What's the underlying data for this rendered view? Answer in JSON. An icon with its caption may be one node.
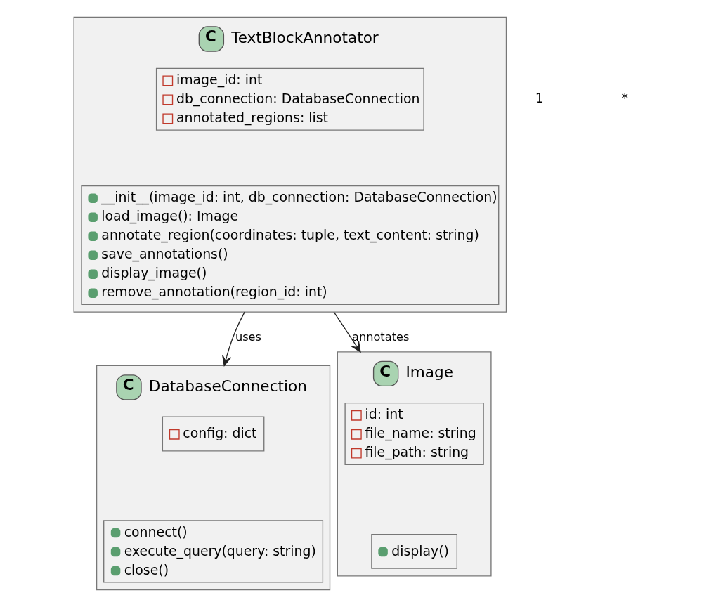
{
  "diagram": {
    "nodes": [
      {
        "text": [
          "C",
          "TextBlockAnnotator"
        ]
      },
      {
        "text": [
          "image_id: int",
          "db_connection: DatabaseConnection",
          "annotated_regions: list"
        ],
        "in": 0
      },
      {
        "text": [
          "__init__(image_id: int, db_connection: DatabaseConnection)",
          "load_image(): Image",
          "annotate_region(coordinates: tuple, text_content: string)",
          "save_annotations()",
          "display_image()",
          "remove_annotation(region_id: int)"
        ],
        "in": 0
      },
      {
        "text": [
          "C",
          "DatabaseConnection"
        ]
      },
      {
        "text": [
          "config: dict"
        ],
        "in": 3
      },
      {
        "text": [
          "connect()",
          "execute_query(query: string)",
          "close()"
        ],
        "in": 3
      },
      {
        "text": [
          "C",
          "Image"
        ]
      },
      {
        "text": [
          "id: int",
          "file_name: string",
          "file_path: string"
        ],
        "in": 6
      },
      {
        "text": [
          "display()"
        ],
        "in": 6
      }
    ],
    "edges": [
      {
        "from": 0,
        "to": 3,
        "arrow": "to",
        "label": "uses"
      },
      {
        "from": 0,
        "to": 6,
        "arrow": "to",
        "label": "annotates"
      }
    ],
    "labels": [
      "1",
      "*"
    ]
  }
}
